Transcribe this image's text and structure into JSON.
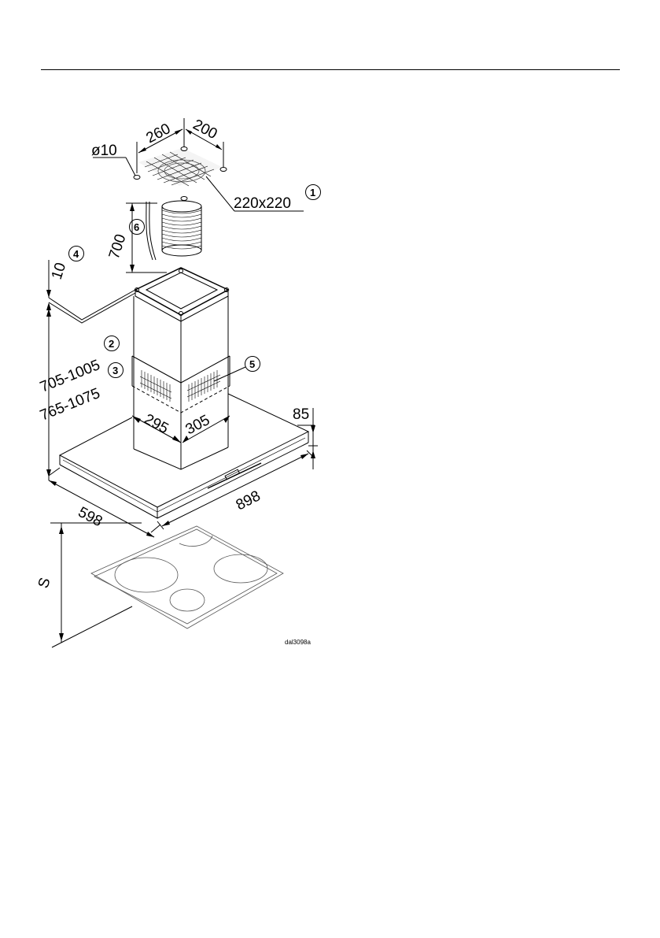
{
  "dimensions": {
    "hole_diameter": "ø10",
    "hole_spacing_a": "260",
    "hole_spacing_b": "200",
    "duct_opening": "220x220",
    "duct_length": "700",
    "ceiling_thickness": "10",
    "height_range_2": "705-1005",
    "height_range_3": "765-1075",
    "chimney_depth": "295",
    "chimney_width": "305",
    "canopy_height": "85",
    "canopy_width": "898",
    "canopy_depth": "598",
    "clearance": "S"
  },
  "callouts": [
    "1",
    "2",
    "3",
    "4",
    "5",
    "6"
  ],
  "drawing_code": "dal3098a"
}
